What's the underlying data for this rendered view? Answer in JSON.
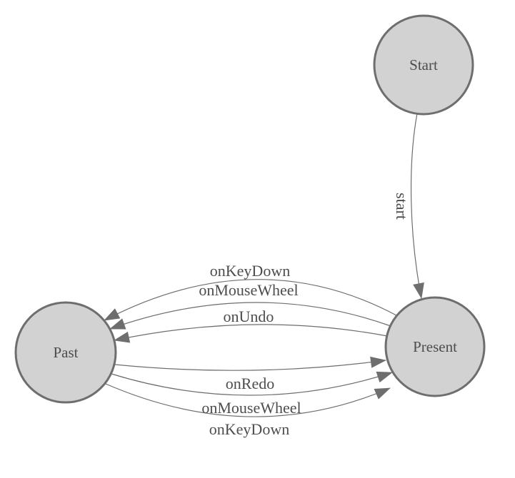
{
  "diagram": {
    "type": "finite-state-machine",
    "colors": {
      "background": "#ffffff",
      "node_fill": "#d2d2d2",
      "node_stroke": "#6e6e6e",
      "edge_stroke": "#6e6e6e",
      "arrowhead_fill": "#6e6e6e",
      "label_text": "#4d4d4d"
    },
    "nodes": [
      {
        "id": "start",
        "label": "Start"
      },
      {
        "id": "present",
        "label": "Present"
      },
      {
        "id": "past",
        "label": "Past"
      }
    ],
    "edges": [
      {
        "from": "start",
        "to": "present",
        "label": "start"
      },
      {
        "from": "present",
        "to": "past",
        "label": "onKeyDown"
      },
      {
        "from": "present",
        "to": "past",
        "label": "onMouseWheel"
      },
      {
        "from": "present",
        "to": "past",
        "label": "onUndo"
      },
      {
        "from": "past",
        "to": "present",
        "label": "onRedo"
      },
      {
        "from": "past",
        "to": "present",
        "label": "onMouseWheel"
      },
      {
        "from": "past",
        "to": "present",
        "label": "onKeyDown"
      }
    ]
  }
}
